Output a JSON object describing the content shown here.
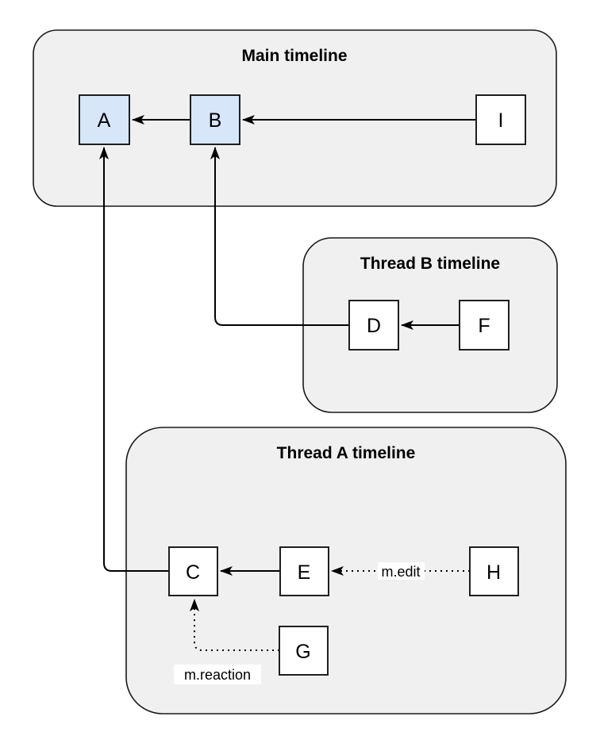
{
  "diagram": {
    "containers": [
      {
        "id": "main",
        "title": "Main timeline"
      },
      {
        "id": "thread-b",
        "title": "Thread B timeline"
      },
      {
        "id": "thread-a",
        "title": "Thread A timeline"
      }
    ],
    "nodes": [
      {
        "id": "A",
        "label": "A",
        "variant": "highlight",
        "container": "main"
      },
      {
        "id": "B",
        "label": "B",
        "variant": "highlight",
        "container": "main"
      },
      {
        "id": "I",
        "label": "I",
        "variant": "plain",
        "container": "main"
      },
      {
        "id": "D",
        "label": "D",
        "variant": "plain",
        "container": "thread-b"
      },
      {
        "id": "F",
        "label": "F",
        "variant": "plain",
        "container": "thread-b"
      },
      {
        "id": "C",
        "label": "C",
        "variant": "plain",
        "container": "thread-a"
      },
      {
        "id": "E",
        "label": "E",
        "variant": "plain",
        "container": "thread-a"
      },
      {
        "id": "H",
        "label": "H",
        "variant": "plain",
        "container": "thread-a"
      },
      {
        "id": "G",
        "label": "G",
        "variant": "plain",
        "container": "thread-a"
      }
    ],
    "edges": [
      {
        "from": "B",
        "to": "A",
        "style": "solid",
        "label": ""
      },
      {
        "from": "I",
        "to": "B",
        "style": "solid",
        "label": ""
      },
      {
        "from": "F",
        "to": "D",
        "style": "solid",
        "label": ""
      },
      {
        "from": "D",
        "to": "B",
        "style": "solid",
        "label": ""
      },
      {
        "from": "E",
        "to": "C",
        "style": "solid",
        "label": ""
      },
      {
        "from": "C",
        "to": "A",
        "style": "solid",
        "label": ""
      },
      {
        "from": "H",
        "to": "E",
        "style": "dotted",
        "label": "m.edit"
      },
      {
        "from": "G",
        "to": "C",
        "style": "dotted",
        "label": "m.reaction"
      }
    ],
    "colors": {
      "container_fill": "#f0f0f0",
      "node_fill": "#ffffff",
      "node_highlight_fill": "#d7e6f9",
      "stroke": "#1a1a1a",
      "edge_color": "#000000"
    }
  }
}
